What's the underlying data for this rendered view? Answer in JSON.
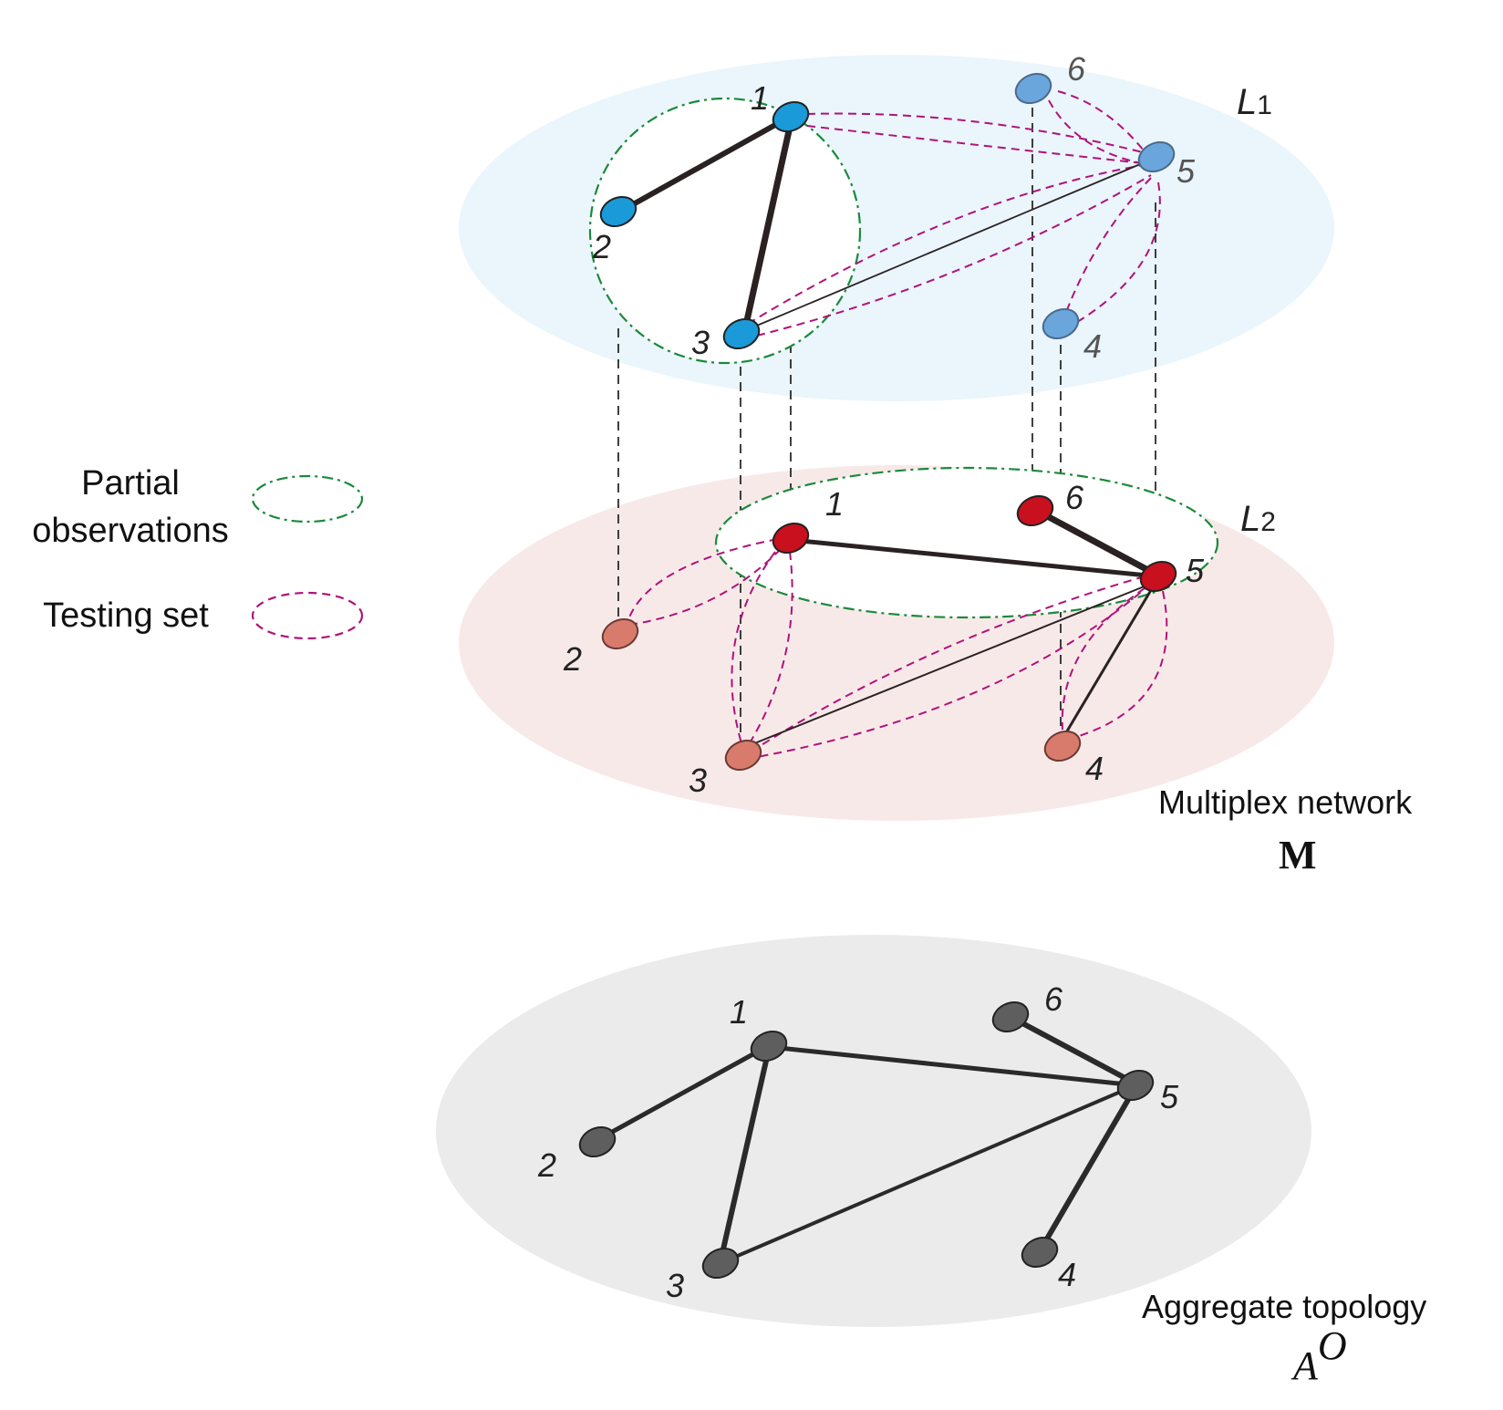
{
  "legend": {
    "partial_line1": "Partial",
    "partial_line2": "observations",
    "testing": "Testing set"
  },
  "layers": {
    "l1": {
      "letter": "L",
      "sub": "1"
    },
    "l2": {
      "letter": "L",
      "sub": "2"
    }
  },
  "captions": {
    "multiplex": "Multiplex network",
    "multiplex_symbol": "M",
    "aggregate": "Aggregate topology",
    "aggregate_symbol": "A",
    "aggregate_sup": "O"
  },
  "node_labels": {
    "l1": [
      "1",
      "2",
      "3",
      "4",
      "5",
      "6"
    ],
    "l2": [
      "1",
      "2",
      "3",
      "4",
      "5",
      "6"
    ],
    "agg": [
      "1",
      "2",
      "3",
      "4",
      "5",
      "6"
    ]
  },
  "colors": {
    "l1_plane": "#eaf5fc",
    "l2_plane": "#f8e9e9",
    "agg_plane": "#ebebeb",
    "l1_node_observed": "#1a9ad8",
    "l1_node_other": "#6aa6dc",
    "l2_node_observed": "#c8101e",
    "l2_node_other": "#d97b6c",
    "agg_node": "#5e5e5e",
    "partial_obs_outline": "#1a8a3a",
    "testing_set_outline": "#b0127a"
  }
}
